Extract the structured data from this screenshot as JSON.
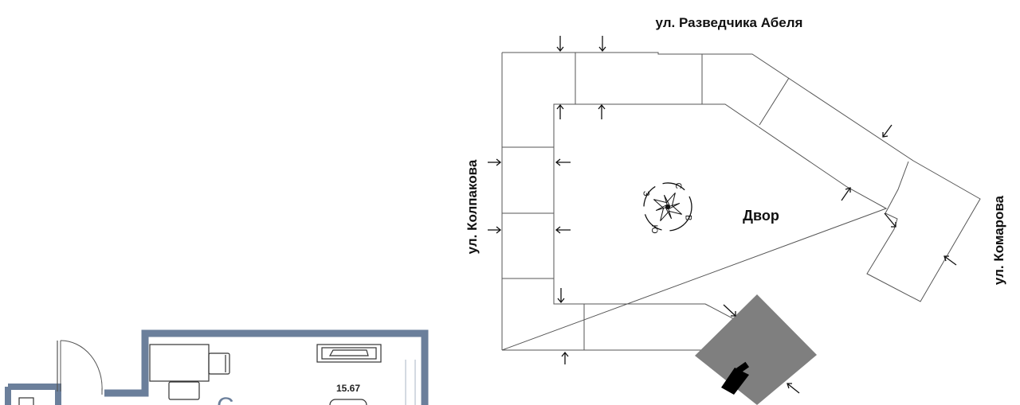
{
  "site_plan": {
    "street_north": "ул. Разведчика Абеля",
    "street_west": "ул. Колпакова",
    "street_east": "ул. Комарова",
    "courtyard": "Двор",
    "compass": {
      "n": "С",
      "e": "В",
      "s": "Ю",
      "w": "З"
    }
  },
  "apartment": {
    "room_area": "15.67",
    "room_label": "С"
  },
  "colors": {
    "wall": "#6b7f9b",
    "building_highlight": "#7f7f7f",
    "ink": "#111111"
  }
}
